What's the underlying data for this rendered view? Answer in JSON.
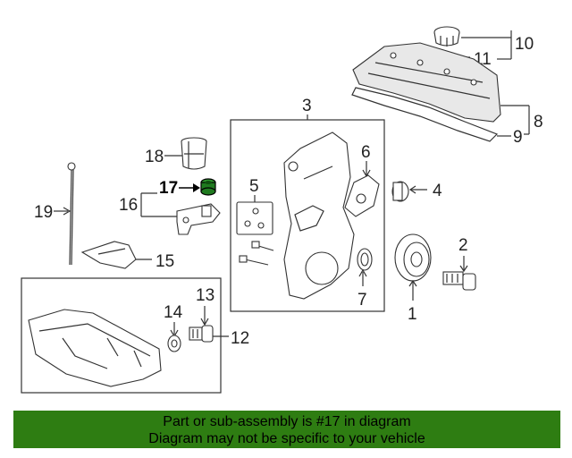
{
  "diagram": {
    "callouts": {
      "c1": "1",
      "c2": "2",
      "c3": "3",
      "c4": "4",
      "c5": "5",
      "c6": "6",
      "c7": "7",
      "c8": "8",
      "c9": "9",
      "c10": "10",
      "c11": "11",
      "c12": "12",
      "c13": "13",
      "c14": "14",
      "c15": "15",
      "c16": "16",
      "c17": "17",
      "c18": "18",
      "c19": "19"
    },
    "highlight_color": "#1f7a1f"
  },
  "footer": {
    "line1": "Part or sub-assembly is #17 in diagram",
    "line2": "Diagram may not be specific to your vehicle",
    "bg_color": "#2e7d12"
  }
}
